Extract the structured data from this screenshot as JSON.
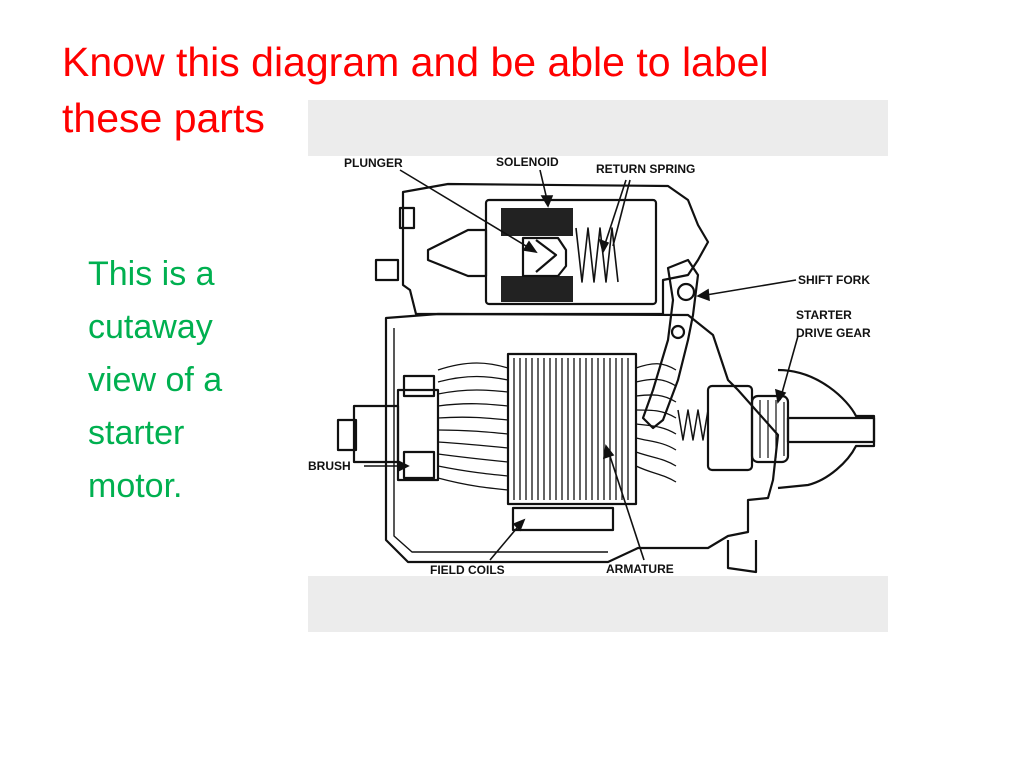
{
  "colors": {
    "title": "#ff0000",
    "caption": "#00b050",
    "ink": "#111111",
    "panel": "#ececec"
  },
  "slide": {
    "title_lines": [
      "Know this diagram and be able to label",
      "these parts"
    ],
    "caption_lines": [
      "This is a",
      "cutaway",
      "view of a",
      "starter",
      "motor."
    ]
  },
  "diagram": {
    "labels": {
      "plunger": "PLUNGER",
      "solenoid": "SOLENOID",
      "return_spring": "RETURN SPRING",
      "shift_fork": "SHIFT FORK",
      "starter_line1": "STARTER",
      "starter_line2": "DRIVE GEAR",
      "brush": "BRUSH",
      "field_coils": "FIELD COILS",
      "armature": "ARMATURE"
    }
  }
}
